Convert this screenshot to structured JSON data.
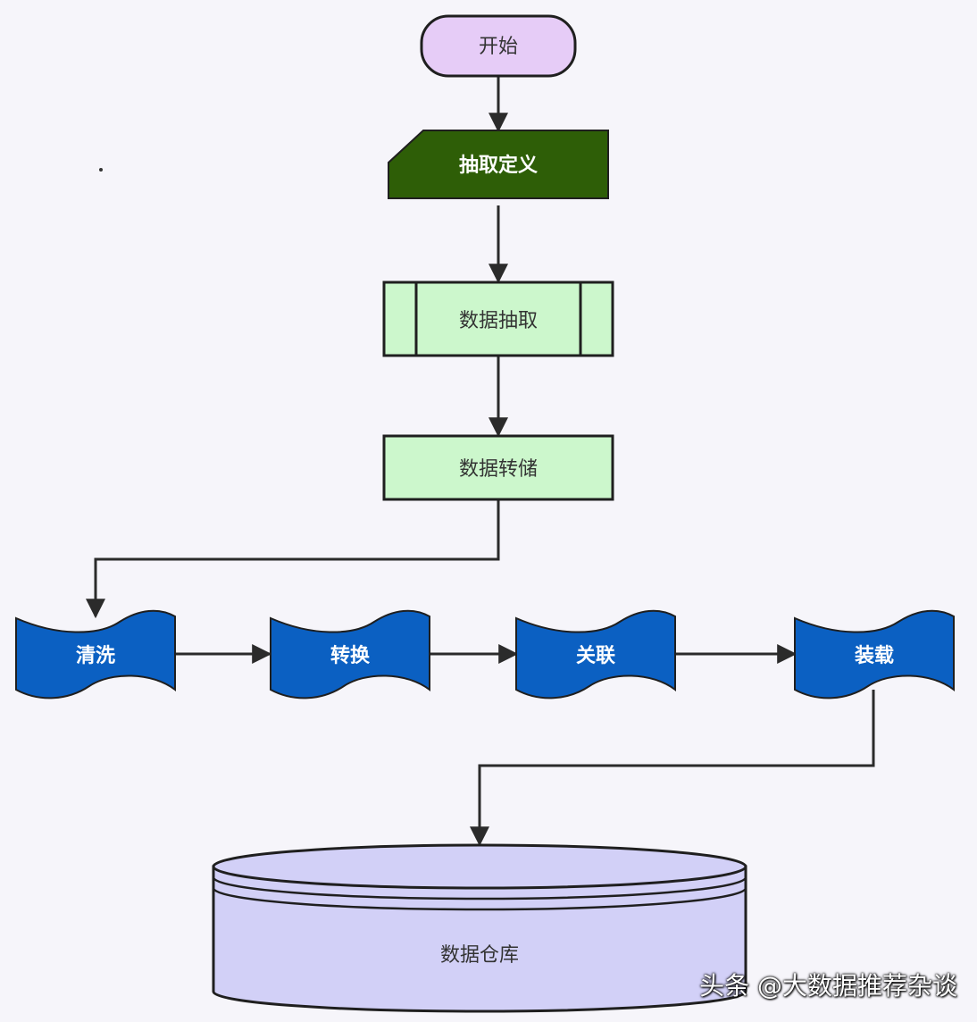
{
  "nodes": {
    "start": "开始",
    "extract_def": "抽取定义",
    "data_extract": "数据抽取",
    "data_dump": "数据转储",
    "clean": "清洗",
    "transform": "转换",
    "associate": "关联",
    "load": "装载",
    "warehouse": "数据仓库"
  },
  "watermark": "头条 @大数据推荐杂谈",
  "colors": {
    "start_fill": "#e6ccf7",
    "extract_def_fill": "#2e5e07",
    "process_fill": "#ccf7cc",
    "tape_fill": "#0b60c2",
    "warehouse_fill": "#d2d0f7",
    "edge": "#2b2b2b"
  }
}
